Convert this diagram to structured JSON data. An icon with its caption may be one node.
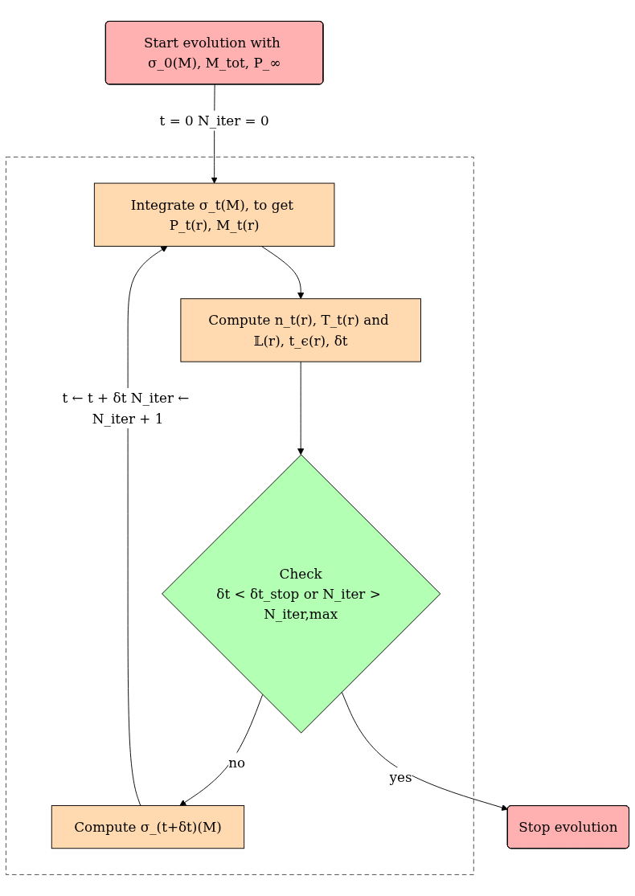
{
  "diagram": {
    "nodes": [
      {
        "text": [
          "Start evolution with σ_0(M), M_tot, P_∞"
        ]
      },
      {
        "text": [],
        "shape": "box"
      },
      {
        "text": [
          "Integrate σ_t(M), to get P_t(r), M_t(r)"
        ],
        "in": 1
      },
      {
        "text": [
          "Compute n_t(r), T_t(r) and 𝕃(r), t_ϵ(r), δt"
        ],
        "in": 1
      },
      {
        "text": [
          "Compute σ_(t+δt)(M)"
        ],
        "in": 1
      },
      {
        "text": [
          "Check",
          "δt < δt_stop or N_iter > N_iter,max"
        ],
        "in": 1
      },
      {
        "text": [
          "Stop evolution"
        ]
      }
    ],
    "edges": [
      {
        "from": 0,
        "to": 2,
        "arrow": "to",
        "label": "t = 0 N_iter = 0"
      },
      {
        "from": 2,
        "to": 3,
        "arrow": "to"
      },
      {
        "from": 3,
        "to": 5,
        "arrow": "to"
      },
      {
        "from": 5,
        "to": 4,
        "arrow": "to",
        "label": "no"
      },
      {
        "from": 4,
        "to": 2,
        "arrow": "to",
        "label": "t ← t + δt N_iter ← N_iter + 1"
      },
      {
        "from": 5,
        "to": 6,
        "arrow": "to",
        "label": "yes"
      }
    ]
  }
}
